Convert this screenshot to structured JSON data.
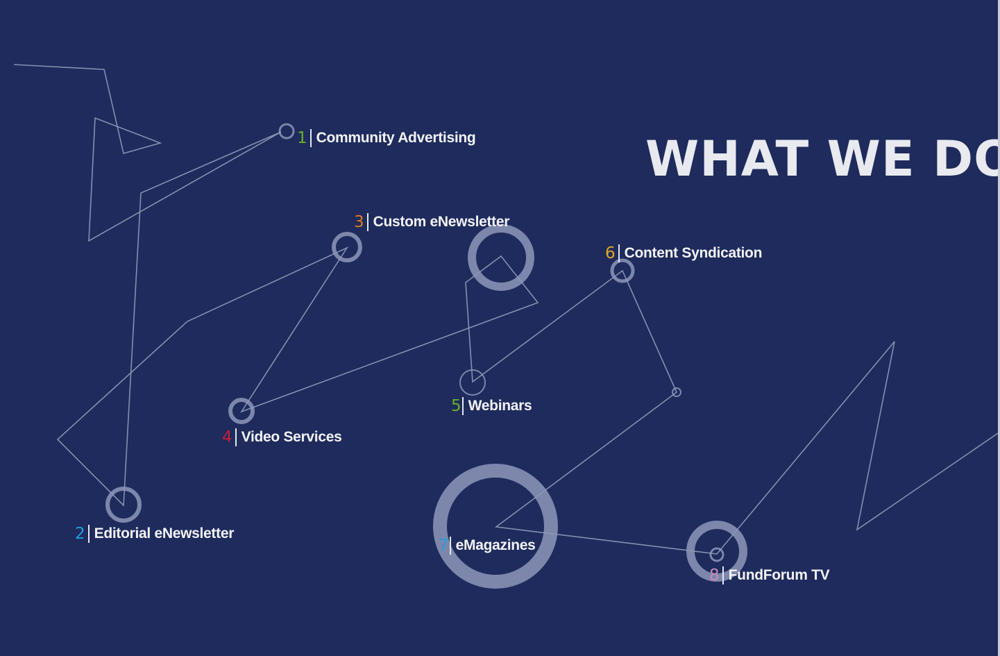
{
  "heading": "WHAT WE DO",
  "services": [
    {
      "number": "1",
      "name": "Community Advertising",
      "color": "#6ab023"
    },
    {
      "number": "2",
      "name": "Editorial eNewsletter",
      "color": "#1fa0e0"
    },
    {
      "number": "3",
      "name": "Custom eNewsletter",
      "color": "#e07a1f"
    },
    {
      "number": "4",
      "name": "Video Services",
      "color": "#c3203a"
    },
    {
      "number": "5",
      "name": "Webinars",
      "color": "#6ab023"
    },
    {
      "number": "6",
      "name": "Content Syndication",
      "color": "#e0a81f"
    },
    {
      "number": "7",
      "name": "eMagazines",
      "color": "#1fa0e0"
    },
    {
      "number": "8",
      "name": "FundForum TV",
      "color": "#c88ab8"
    }
  ],
  "colors": {
    "background": "#1e2b5c",
    "line": "#9aa4c4"
  }
}
